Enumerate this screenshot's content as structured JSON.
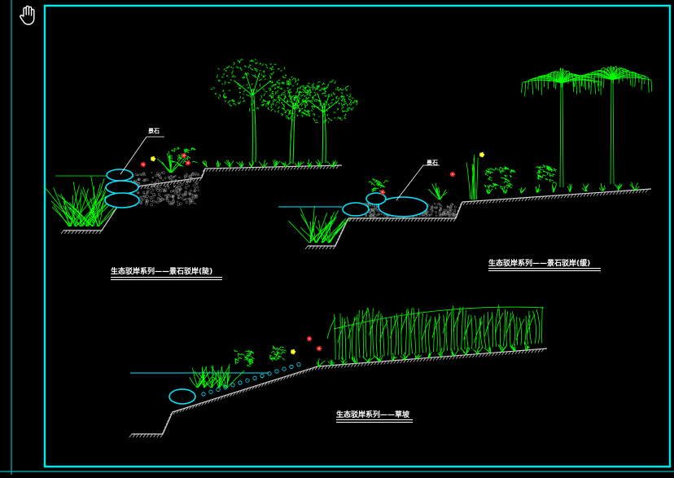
{
  "colors": {
    "background": "#000000",
    "frame": "#00e5e5",
    "plant": "#00ff00",
    "stone": "#00e5ff",
    "flower": "#ff2020",
    "accent_flower": "#ffff00",
    "text": "#ffffff",
    "ground": "#cfcfcf"
  },
  "toolbar": {
    "pan_tool_icon": "hand-pan-icon"
  },
  "drawing": {
    "section1": {
      "caption": "生态驳岸系列——景石驳岸(陡)",
      "callout": "景石"
    },
    "section2": {
      "caption": "生态驳岸系列——景石驳岸(缓)",
      "callout": "景石"
    },
    "section3": {
      "caption": "生态驳岸系列——草坡"
    }
  }
}
